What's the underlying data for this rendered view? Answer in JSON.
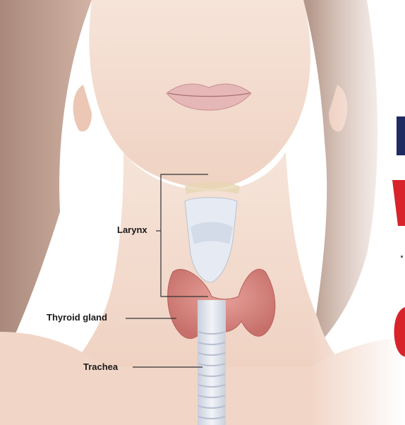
{
  "labels": {
    "larynx": "Larynx",
    "thyroid": "Thyroid gland",
    "trachea": "Trachea"
  },
  "colors": {
    "skin": "#f3d9cc",
    "hair": "#b08a78",
    "thyroid": "#d98a84",
    "trachea": "#d8dde8",
    "lips": "#e6b7b7",
    "leader": "#333333",
    "accent_red": "#d8232a",
    "accent_navy": "#1f2a60"
  }
}
